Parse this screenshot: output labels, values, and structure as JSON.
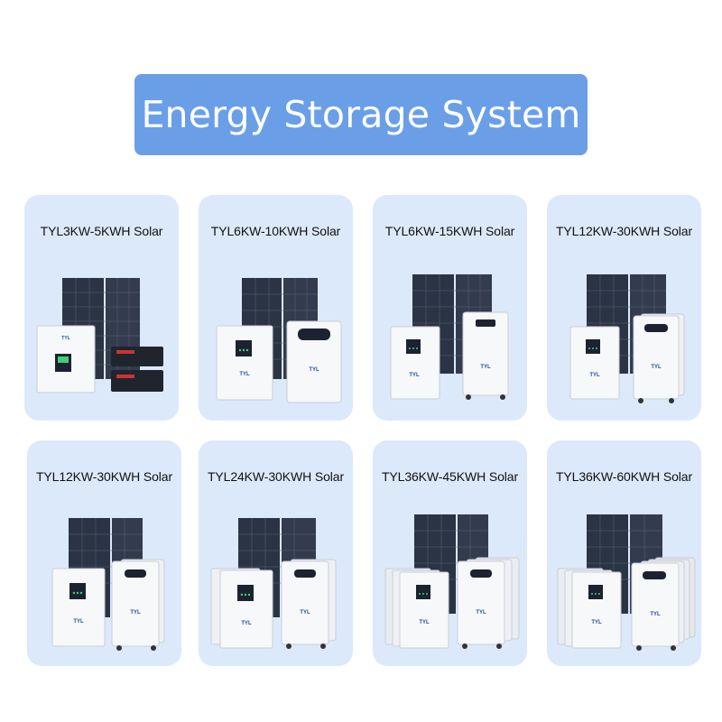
{
  "banner": {
    "title": "Energy Storage System"
  },
  "products": [
    {
      "title": "TYL3KW-5KWH Solar"
    },
    {
      "title": "TYL6KW-10KWH Solar"
    },
    {
      "title": "TYL6KW-15KWH Solar"
    },
    {
      "title": "TYL12KW-30KWH Solar"
    },
    {
      "title": "TYL12KW-30KWH Solar"
    },
    {
      "title": "TYL24KW-30KWH Solar"
    },
    {
      "title": "TYL36KW-45KWH Solar"
    },
    {
      "title": "TYL36KW-60KWH Solar"
    }
  ],
  "brand": {
    "logo_text": "TYL"
  },
  "colors": {
    "banner": "#6a9fe8",
    "card": "#dce9fb",
    "panel": "#2b3444",
    "unit": "#f6f7f9",
    "screen_green": "#3ecf7a"
  }
}
